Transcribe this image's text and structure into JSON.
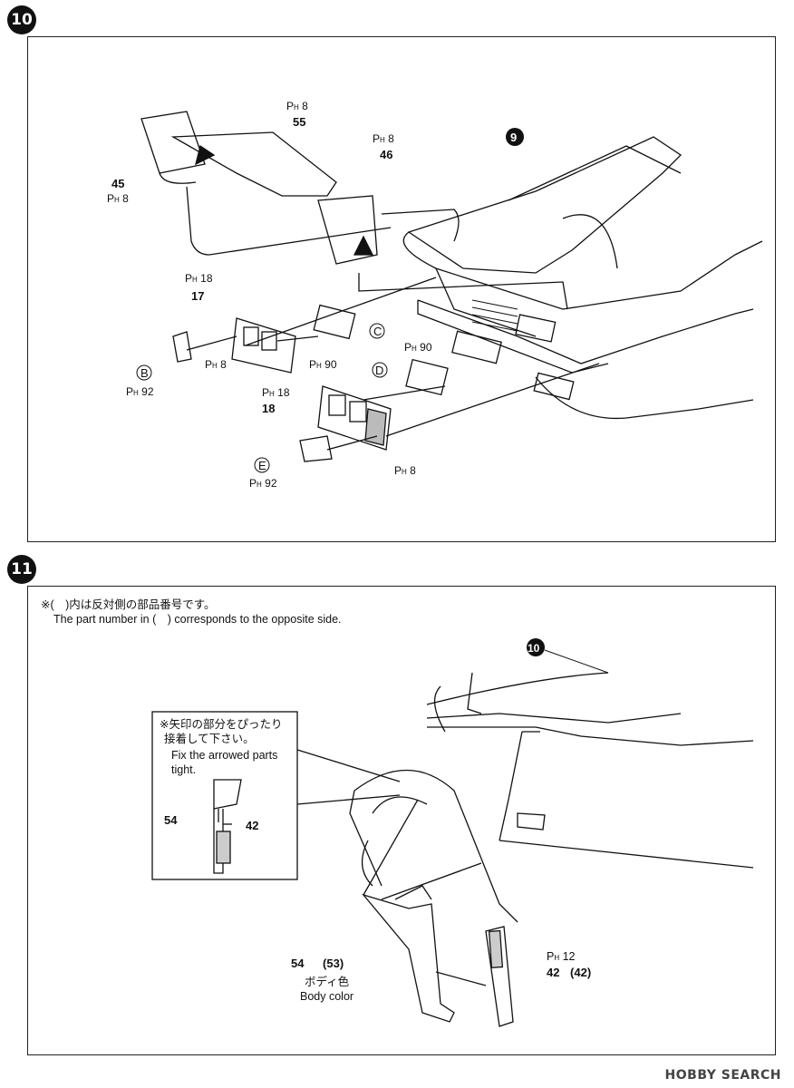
{
  "step10": {
    "number": "10",
    "paint_codes": {
      "pH8_a": "H",
      "pH8_a_num": "8",
      "pH8_b": "H",
      "pH8_b_num": "8",
      "pH18_a_num": "18",
      "pH18_b_num": "18",
      "pH90_a_num": "90",
      "pH90_b_num": "90",
      "pH92_a_num": "92",
      "pH92_b_num": "92",
      "pH8_c_num": "8",
      "pH8_d_num": "8",
      "pH8_e_num": "8"
    },
    "parts": {
      "p55": "55",
      "p45": "45",
      "p46": "46",
      "p9": "9",
      "p17": "17",
      "p18": "18",
      "pB": "B",
      "pC": "C",
      "pD": "D",
      "pE": "E"
    }
  },
  "step11": {
    "number": "11",
    "note_jp": "※(　)内は反対側の部品番号です。",
    "note_en": "The part number in (　) corresponds to the opposite side.",
    "inset_jp1": "※矢印の部分をぴったり",
    "inset_jp2": "接着して下さい。",
    "inset_en1": "Fix the arrowed parts",
    "inset_en2": "tight.",
    "parts": {
      "p10": "10",
      "p54": "54",
      "p42": "42",
      "p54b": "54",
      "p53": "53",
      "p42b": "42",
      "p42c": "42"
    },
    "paint_label": "12",
    "body_jp": "ボディ色",
    "body_en": "Body color"
  },
  "watermark": "HOBBY SEARCH"
}
